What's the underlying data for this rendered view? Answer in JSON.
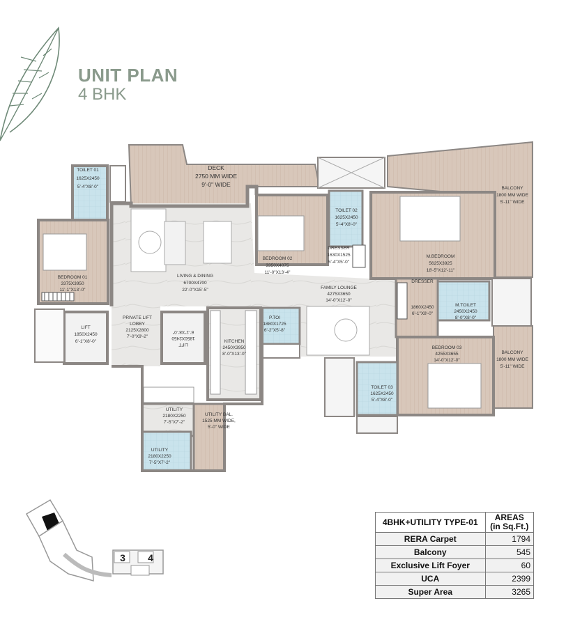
{
  "header": {
    "title": "UNIT PLAN",
    "subtitle": "4 BHK"
  },
  "rooms": {
    "deck": {
      "name": "DECK",
      "l1": "2750 MM WIDE",
      "l2": "9'-0\" WIDE"
    },
    "toilet01": {
      "name": "TOILET 01",
      "l1": "1625X2450",
      "l2": "5'-4\"X8'-0\""
    },
    "toilet02": {
      "name": "TOILET 02",
      "l1": "1625X2450",
      "l2": "5'-4\"X8'-0\""
    },
    "balcony1": {
      "name": "BALCONY",
      "l1": "1800 MM WIDE",
      "l2": "5'-11\" WIDE"
    },
    "bedroom01": {
      "name": "BEDROOM 01",
      "l1": "3375X3950",
      "l2": "11'-1\"X13'-0\""
    },
    "living": {
      "name": "LIVING & DINING",
      "l1": "6700X4700",
      "l2": "22'-0\"X15'-5\""
    },
    "bedroom02": {
      "name": "BEDROOM 02",
      "l1": "3350X4075",
      "l2": "11'-0\"X13'-4\""
    },
    "dresser1": {
      "name": "DRESSER",
      "l1": "1630X1525",
      "l2": "5'-4\"X5'-0\""
    },
    "mbedroom": {
      "name": "M.BEDROOM",
      "l1": "5625X3925",
      "l2": "18'-5\"X12'-11\""
    },
    "dresser2": {
      "name": "DRESSER",
      "l1": "1860X2450",
      "l2": "6'-1\"X8'-0\""
    },
    "mtoilet": {
      "name": "M.TOILET",
      "l1": "2450X2450",
      "l2": "8'-0\"X8'-0\""
    },
    "family": {
      "name": "FAMILY LOUNGE",
      "l1": "4275X3650",
      "l2": "14'-0\"X12'-0\""
    },
    "lift1": {
      "name": "LIFT",
      "l1": "1850X2450",
      "l2": "6'-1\"X8'-0\""
    },
    "lobby": {
      "name": "PRIVATE LIFT",
      "l2": "LOBBY",
      "l3": "2125X2800",
      "l4": "7'-0\"X9'-2\""
    },
    "lift2": {
      "name": "LIFT",
      "l1": "1850X2450",
      "l2": "6'-1\"X8'-0\""
    },
    "kitchen": {
      "name": "KITCHEN",
      "l1": "2450X3950",
      "l2": "8'-0\"X13'-0\""
    },
    "ptoi": {
      "name": "P.TOI",
      "l1": "1880X1725",
      "l2": "6'-2\"X5'-8\""
    },
    "bedroom03": {
      "name": "BEDROOM 03",
      "l1": "4255X3655",
      "l2": "14'-0\"X12'-0\""
    },
    "balcony2": {
      "name": "BALCONY",
      "l1": "1800 MM WIDE",
      "l2": "5'-11\" WIDE"
    },
    "toilet03": {
      "name": "TOILET 03",
      "l1": "1625X2450",
      "l2": "5'-4\"X8'-0\""
    },
    "utility1": {
      "name": "UTILITY",
      "l1": "2180X2250",
      "l2": "7'-5\"X7'-2\""
    },
    "utilitybal": {
      "name": "UTILITY BAL.",
      "l1": "1525 MM WIDE,",
      "l2": "5'-0\" WIDE"
    },
    "utility2": {
      "name": "UTILITY",
      "l1": "2180X2250",
      "l2": "7'-5\"X7'-2\""
    }
  },
  "key_plan": {
    "tower_a": "3",
    "tower_b": "4"
  },
  "areas_table": {
    "header_left": "4BHK+UTILITY TYPE-01",
    "header_right_1": "AREAS",
    "header_right_2": "(in Sq.Ft.)",
    "rows": [
      {
        "label": "RERA Carpet",
        "value": "1794"
      },
      {
        "label": "Balcony",
        "value": "545"
      },
      {
        "label": "Exclusive Lift Foyer",
        "value": "60"
      },
      {
        "label": "UCA",
        "value": "2399"
      },
      {
        "label": "Super Area",
        "value": "3265"
      }
    ]
  },
  "colors": {
    "accent_green": "#8a9a8c",
    "leaf_stroke": "#6f8a78",
    "wall": "#8c8784",
    "wood_floor": "#d8c7ba",
    "marble_floor": "#e9e8e6",
    "wet_floor": "#c9e3ec"
  }
}
